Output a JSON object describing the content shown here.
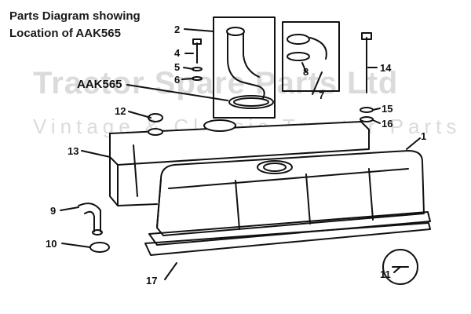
{
  "title": {
    "line1": "Parts Diagram showing",
    "line2": "Location of AAK565"
  },
  "watermark": {
    "main": "Tractor Spare Parts Ltd",
    "sub": "Vintage & Classic Tractor Parts"
  },
  "callout": "AAK565",
  "part_numbers": [
    "1",
    "2",
    "4",
    "5",
    "6",
    "7",
    "8",
    "9",
    "10",
    "11",
    "12",
    "13",
    "14",
    "15",
    "16",
    "17"
  ]
}
